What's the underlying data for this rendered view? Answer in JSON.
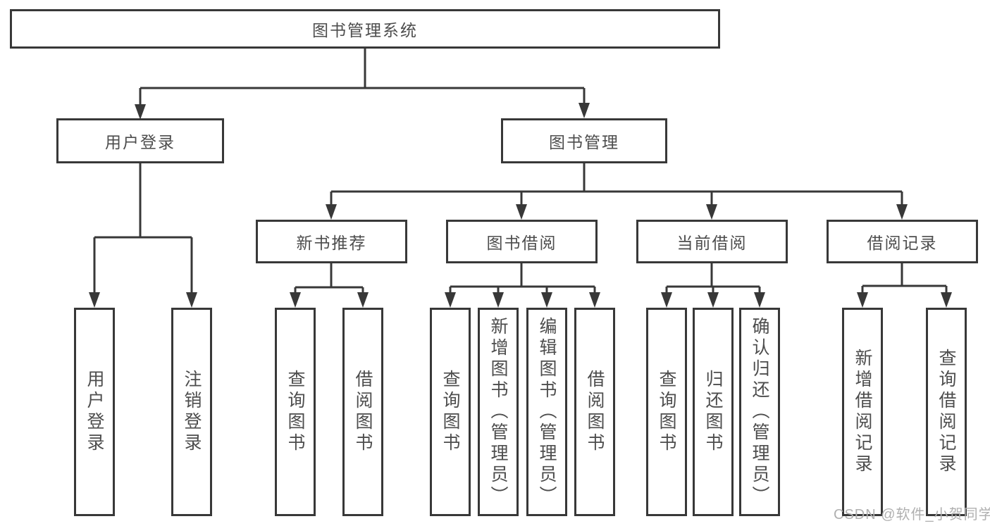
{
  "diagram": {
    "type": "tree",
    "root": {
      "label": "图书管理系统"
    },
    "branches": [
      {
        "label": "用户登录",
        "children": [
          {
            "label": "用户登录"
          },
          {
            "label": "注销登录"
          }
        ]
      },
      {
        "label": "图书管理",
        "children": [
          {
            "label": "新书推荐",
            "children": [
              {
                "label": "查询图书"
              },
              {
                "label": "借阅图书"
              }
            ]
          },
          {
            "label": "图书借阅",
            "children": [
              {
                "label": "查询图书"
              },
              {
                "label": "新增图书（管理员）"
              },
              {
                "label": "编辑图书（管理员）"
              },
              {
                "label": "借阅图书"
              }
            ]
          },
          {
            "label": "当前借阅",
            "children": [
              {
                "label": "查询图书"
              },
              {
                "label": "归还图书"
              },
              {
                "label": "确认归还（管理员）"
              }
            ]
          },
          {
            "label": "借阅记录",
            "children": [
              {
                "label": "新增借阅记录"
              },
              {
                "label": "查询借阅记录"
              }
            ]
          }
        ]
      }
    ]
  },
  "watermark": {
    "text": "CSDN @软件_小贺同学"
  },
  "colors": {
    "line": "#383838",
    "box_border": "#383838",
    "text": "#4d4d4d",
    "watermark": "#b0b0b0",
    "background": "#ffffff"
  }
}
